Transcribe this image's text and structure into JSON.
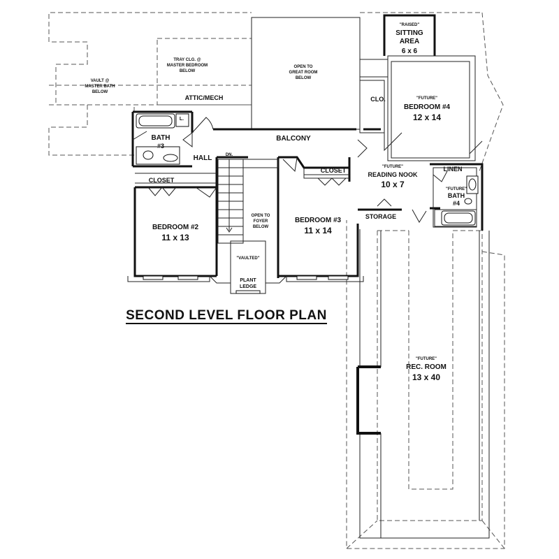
{
  "plan": {
    "title": "SECOND LEVEL FLOOR PLAN",
    "rooms": {
      "vault_master_bath": [
        "VAULT @",
        "MASTER BATH",
        "BELOW"
      ],
      "tray_master_bedroom": [
        "TRAY CLG. @",
        "MASTER BEDROOM",
        "BELOW"
      ],
      "attic_mech": "ATTIC/MECH",
      "open_great_room": [
        "OPEN TO",
        "GREAT ROOM",
        "BELOW"
      ],
      "sitting_area": {
        "tag": "\"RAISED\"",
        "name": [
          "SITTING",
          "AREA"
        ],
        "size": "6 x 6"
      },
      "closet_small": "CLO.",
      "bedroom4": {
        "tag": "\"FUTURE\"",
        "name": "BEDROOM #4",
        "size": "12 x 14"
      },
      "balcony": "BALCONY",
      "bath3": [
        "BATH",
        "#3"
      ],
      "linen_l": "L.",
      "hall": "HALL",
      "dn": "DN.",
      "closet_bed2": "CLOSET",
      "closet_bed3": "CLOSET",
      "reading_nook": {
        "tag": "\"FUTURE\"",
        "name": "READING NOOK",
        "size": "10 x 7"
      },
      "linen": "LINEN",
      "bath4": {
        "tag": "\"FUTURE\"",
        "name": [
          "BATH",
          "#4"
        ]
      },
      "storage": "STORAGE",
      "bedroom2": {
        "name": "BEDROOM #2",
        "size": "11 x 13"
      },
      "open_foyer": [
        "OPEN TO",
        "FOYER",
        "BELOW"
      ],
      "bedroom3": {
        "name": "BEDROOM #3",
        "size": "11 x 14"
      },
      "vaulted": "\"VAULTED\"",
      "plant_ledge": [
        "PLANT",
        "LEDGE"
      ],
      "rec_room": {
        "tag": "\"FUTURE\"",
        "name": "REC. ROOM",
        "size": "13 x 40"
      }
    }
  }
}
